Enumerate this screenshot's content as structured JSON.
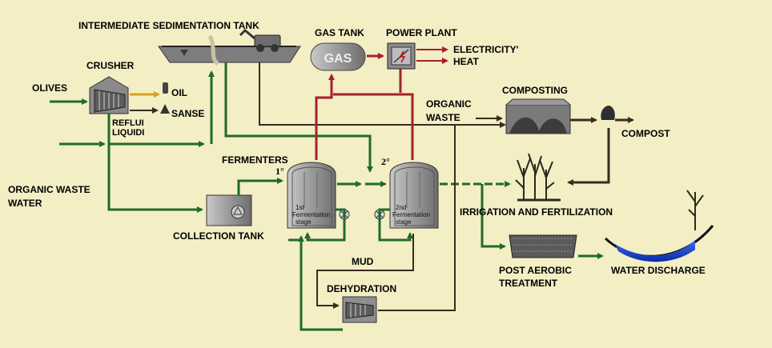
{
  "labels": {
    "intermediate_sedimentation_tank": "INTERMEDIATE SEDIMENTATION TANK",
    "gas_tank": "GAS TANK",
    "gas": "GAS",
    "power_plant": "POWER PLANT",
    "electricity": "ELECTRICITY'",
    "heat": "HEAT",
    "crusher": "CRUSHER",
    "olives": "OLIVES",
    "oil": "OIL",
    "sanse": "SANSE",
    "reflui": "REFLUI",
    "liquidi": "LIQUIDI",
    "organic_waste": "ORGANIC",
    "organic_waste_2": "WASTE",
    "composting": "COMPOSTING",
    "compost": "COMPOST",
    "fermenters": "FERMENTERS",
    "first": "1°",
    "second": "2°",
    "first_stage_1": "1st",
    "first_stage_2": "Fermentation",
    "first_stage_3": "stage",
    "second_stage_1": "2nd",
    "second_stage_2": "Fermentation",
    "second_stage_3": "stage",
    "organic_waste_water_1": "ORGANIC WASTE",
    "organic_waste_water_2": "WATER",
    "collection_tank": "COLLECTION TANK",
    "irrigation": "IRRIGATION AND FERTILIZATION",
    "mud": "MUD",
    "dehydration": "DEHYDRATION",
    "post_aerobic_1": "POST AEROBIC",
    "post_aerobic_2": "TREATMENT",
    "water_discharge": "WATER DISCHARGE"
  },
  "colors": {
    "background": "#f3eec4",
    "green_flow": "#1f6a2c",
    "red_flow": "#a3202e",
    "dark_flow": "#3a2a1e",
    "oil_flow": "#d7a21a",
    "equipment": "#8f8f8f"
  }
}
